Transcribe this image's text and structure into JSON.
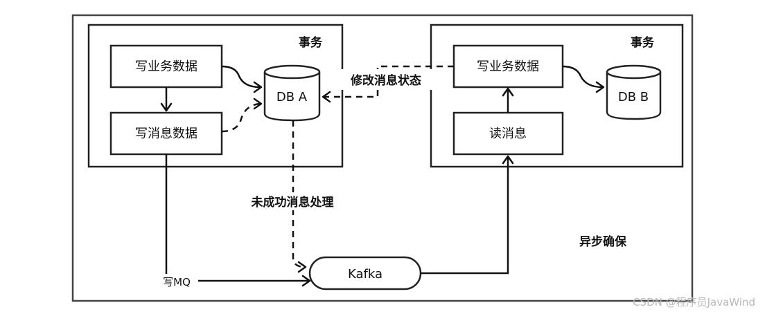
{
  "left_transaction": {
    "title": "事务",
    "write_business": "写业务数据",
    "write_message": "写消息数据",
    "db": "DB A"
  },
  "right_transaction": {
    "title": "事务",
    "write_business": "写业务数据",
    "read_message": "读消息",
    "db": "DB B"
  },
  "labels": {
    "update_status": "修改消息状态",
    "failed_handling": "未成功消息处理",
    "write_mq": "写MQ",
    "async_ensure": "异步确保"
  },
  "kafka": "Kafka",
  "watermark": "CSDN @程序员JavaWind"
}
